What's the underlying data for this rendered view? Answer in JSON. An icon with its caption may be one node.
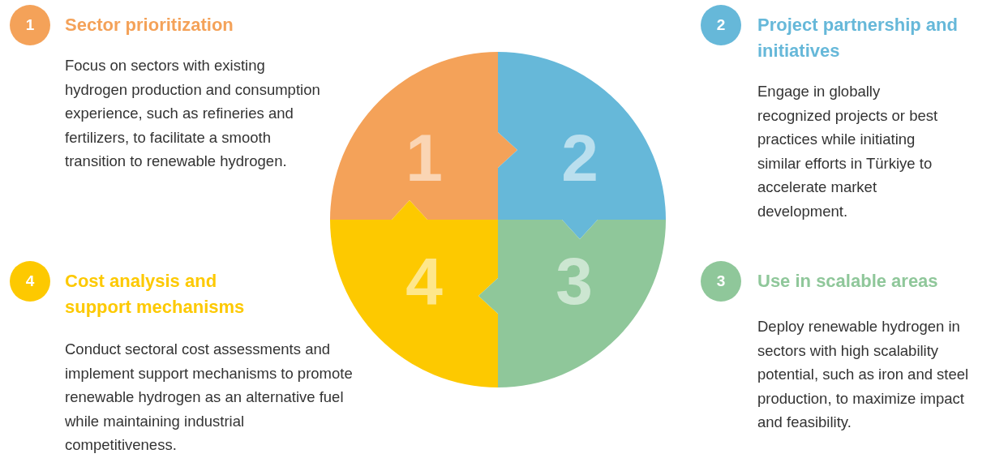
{
  "diagram": {
    "nodes": [
      {
        "text": [
          "1"
        ]
      },
      {
        "text": [
          "2"
        ]
      },
      {
        "text": [
          "4"
        ]
      },
      {
        "text": [
          "3"
        ]
      },
      {
        "text": [
          "1"
        ]
      },
      {
        "text": [
          "2"
        ]
      },
      {
        "text": [
          "4"
        ]
      },
      {
        "text": [
          "3"
        ]
      }
    ],
    "labels": [
      "Sector prioritization",
      "Focus on sectors with existing hydrogen production and consumption experience, such as refineries and fertilizers, to facilitate a smooth transition to renewable hydrogen.",
      "Project partnership and initiatives",
      "Engage in globally recognized projects or best practices while initiating similar efforts in Türkiye to accelerate market development.",
      "Cost analysis and support mechanisms",
      "Conduct sectoral cost assessments and implement support mechanisms to promote renewable hydrogen as an alternative fuel while maintaining industrial competitiveness.",
      "Use in scalable areas",
      "Deploy renewable hydrogen in sectors with high scalability potential, such as iron and steel production, to maximize impact and feasibility."
    ]
  }
}
